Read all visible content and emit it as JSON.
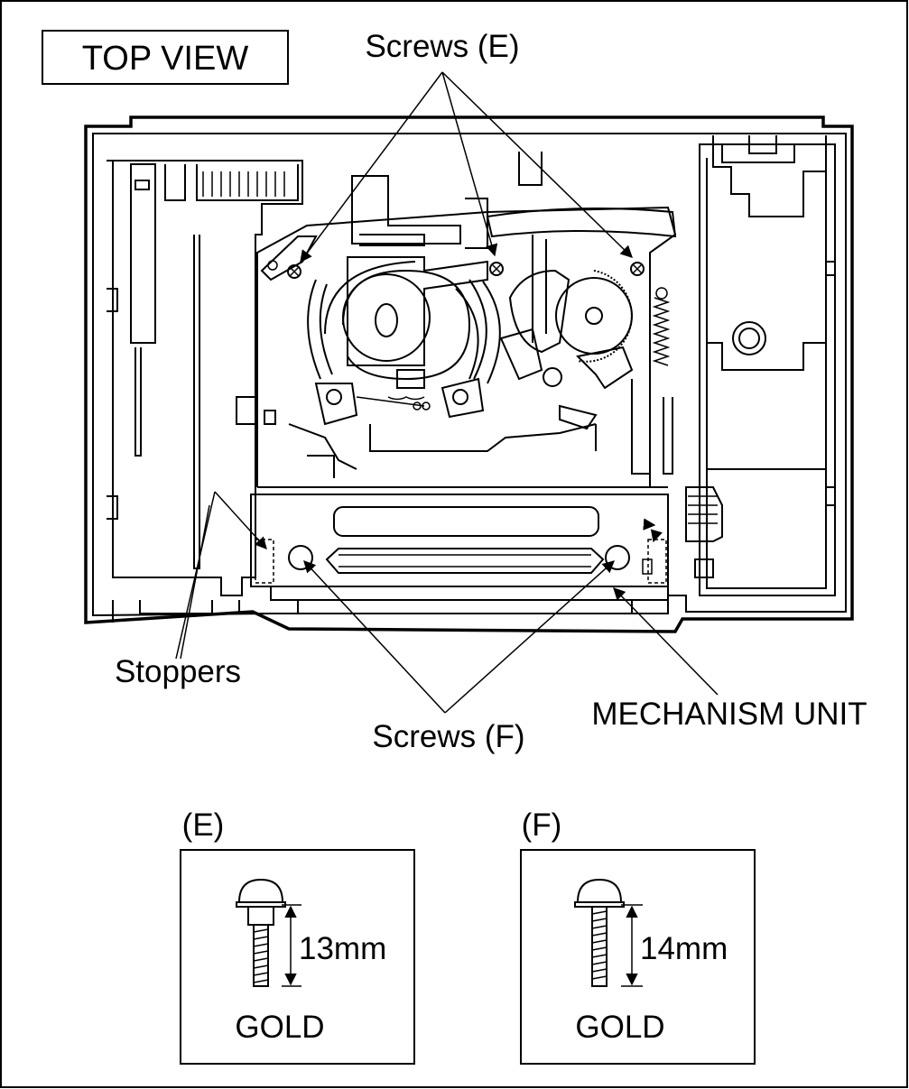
{
  "view_label": "TOP VIEW",
  "callouts": {
    "screws_e": "Screws (E)",
    "screws_f": "Screws (F)",
    "stoppers": "Stoppers",
    "mechanism_unit": "MECHANISM UNIT"
  },
  "screw_specs": [
    {
      "id": "(E)",
      "length": "13mm",
      "finish": "GOLD"
    },
    {
      "id": "(F)",
      "length": "14mm",
      "finish": "GOLD"
    }
  ]
}
